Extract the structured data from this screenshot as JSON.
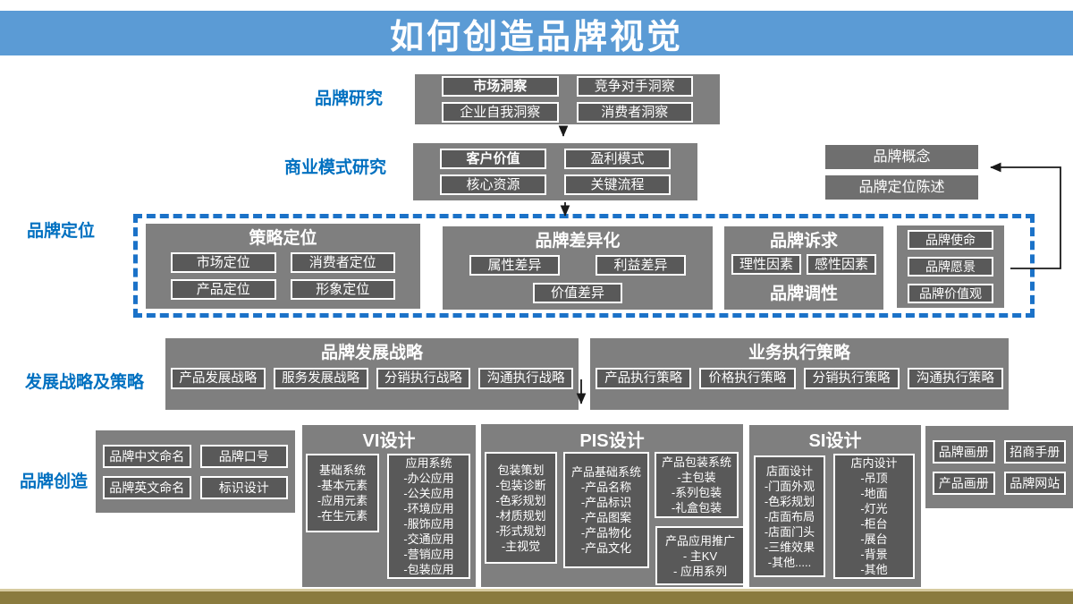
{
  "header": {
    "title": "如何创造品牌视觉"
  },
  "colors": {
    "header_blue": "#5B9BD5",
    "label_blue": "#0070C0",
    "container_gray": "#7F7F7F",
    "box_gray": "#595959",
    "box_border": "#FFFFFF",
    "dashed_blue": "#1B72C8",
    "footer_gold": "#8A7B3E",
    "footer_gold_light": "#D6CBA0",
    "arrow_black": "#1A1A1A"
  },
  "research": {
    "label": "品牌研究",
    "boxes": [
      "市场洞察",
      "竞争对手洞察",
      "企业自我洞察",
      "消费者洞察"
    ]
  },
  "business_model": {
    "label": "商业模式研究",
    "boxes": [
      "客户价值",
      "盈利模式",
      "核心资源",
      "关键流程"
    ]
  },
  "concept": {
    "boxes": [
      "品牌概念",
      "品牌定位陈述"
    ]
  },
  "positioning": {
    "label": "品牌定位",
    "strategy": {
      "title": "策略定位",
      "boxes": [
        "市场定位",
        "消费者定位",
        "产品定位",
        "形象定位"
      ]
    },
    "differentiation": {
      "title": "品牌差异化",
      "boxes": [
        "属性差异",
        "利益差异",
        "价值差异"
      ]
    },
    "appeal": {
      "title": "品牌诉求",
      "boxes": [
        "理性因素",
        "感性因素"
      ],
      "tonality": "品牌调性"
    },
    "mission": {
      "boxes": [
        "品牌使命",
        "品牌愿景",
        "品牌价值观"
      ]
    }
  },
  "strategies": {
    "label": "发展战略及策略",
    "development": {
      "title": "品牌发展战略",
      "boxes": [
        "产品发展战略",
        "服务发展战略",
        "分销执行战略",
        "沟通执行战略"
      ]
    },
    "execution": {
      "title": "业务执行策略",
      "boxes": [
        "产品执行策略",
        "价格执行策略",
        "分销执行策略",
        "沟通执行策略"
      ]
    }
  },
  "creation": {
    "label": "品牌创造",
    "naming": {
      "boxes": [
        "品牌中文命名",
        "品牌口号",
        "品牌英文命名",
        "标识设计"
      ]
    },
    "vi": {
      "title": "VI设计",
      "base_system": [
        "基础系统",
        "-基本元素",
        "-应用元素",
        "-在生元素"
      ],
      "application_system": [
        "应用系统",
        "-办公应用",
        "-公关应用",
        "-环境应用",
        "-服饰应用",
        "-交通应用",
        "-营销应用",
        "-包装应用"
      ]
    },
    "pis": {
      "title": "PIS设计",
      "packaging_planning": [
        "包装策划",
        "-包装诊断",
        "-色彩规划",
        "-材质规划",
        "-形式规划",
        "-主视觉"
      ],
      "product_base_system": [
        "产品基础系统",
        "-产品名称",
        "-产品标识",
        "-产品图案",
        "-产品物化",
        "-产品文化"
      ],
      "product_packaging_system": [
        "产品包装系统",
        "-主包装",
        "-系列包装",
        "-礼盒包装"
      ],
      "product_app_promotion": [
        "产品应用推广",
        "- 主KV",
        "- 应用系列"
      ]
    },
    "si": {
      "title": "SI设计",
      "storefront_design": [
        "店面设计",
        "-门面外观",
        "-色彩规划",
        "-店面布局",
        "-店面门头",
        "-三维效果",
        "-其他....."
      ],
      "instore_design": [
        "店内设计",
        "-吊顶",
        "-地面",
        "-灯光",
        "-柜台",
        "-展台",
        "-背景",
        "-其他"
      ]
    },
    "extras": {
      "boxes": [
        "品牌画册",
        "招商手册",
        "产品画册",
        "品牌网站"
      ]
    }
  }
}
